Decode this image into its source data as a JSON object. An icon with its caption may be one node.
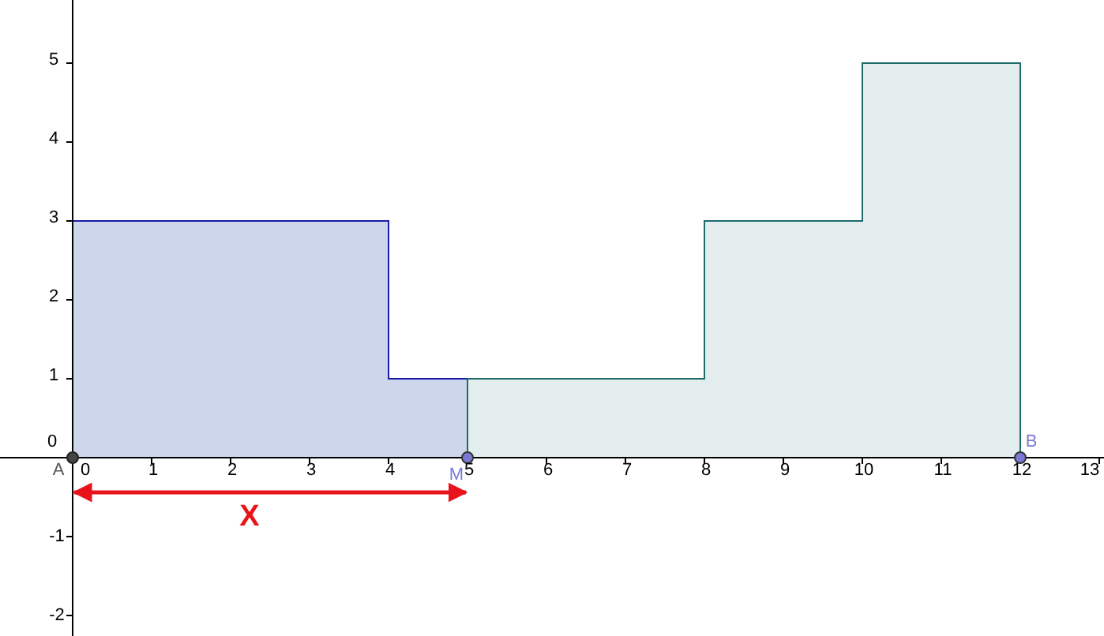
{
  "diagram": {
    "labels": [
      "5",
      "4",
      "3",
      "2",
      "1",
      "0",
      "B",
      "A",
      "0",
      "1",
      "2",
      "3",
      "4",
      "M",
      "5",
      "6",
      "7",
      "8",
      "9",
      "10",
      "11",
      "12",
      "13",
      "X",
      "-1",
      "-2"
    ]
  }
}
